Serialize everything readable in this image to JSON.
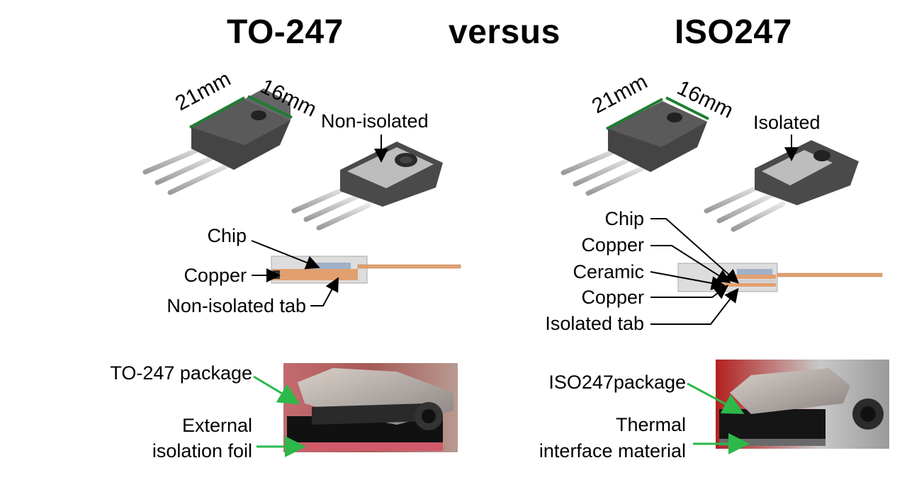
{
  "titles": {
    "left": "TO-247",
    "middle": "versus",
    "right": "ISO247"
  },
  "left": {
    "dim_length": "21mm",
    "dim_width": "16mm",
    "tab_label": "Non-isolated",
    "layers": [
      "Chip",
      "Copper",
      "Non-isolated tab"
    ],
    "photo_labels": {
      "package": "TO-247 package",
      "foil_line1": "External",
      "foil_line2": "isolation foil"
    }
  },
  "right": {
    "dim_length": "21mm",
    "dim_width": "16mm",
    "tab_label": "Isolated",
    "layers": [
      "Chip",
      "Copper",
      "Ceramic",
      "Copper",
      "Isolated tab"
    ],
    "photo_labels": {
      "package": "ISO247package",
      "tim_line1": "Thermal",
      "tim_line2": "interface material"
    }
  },
  "colors": {
    "dimension_line": "#1e7d32",
    "photo_arrow": "#2db84a",
    "copper": "#e0a070",
    "package_body": "#4a4a4a",
    "tab_metal": "#bdbdbd"
  }
}
